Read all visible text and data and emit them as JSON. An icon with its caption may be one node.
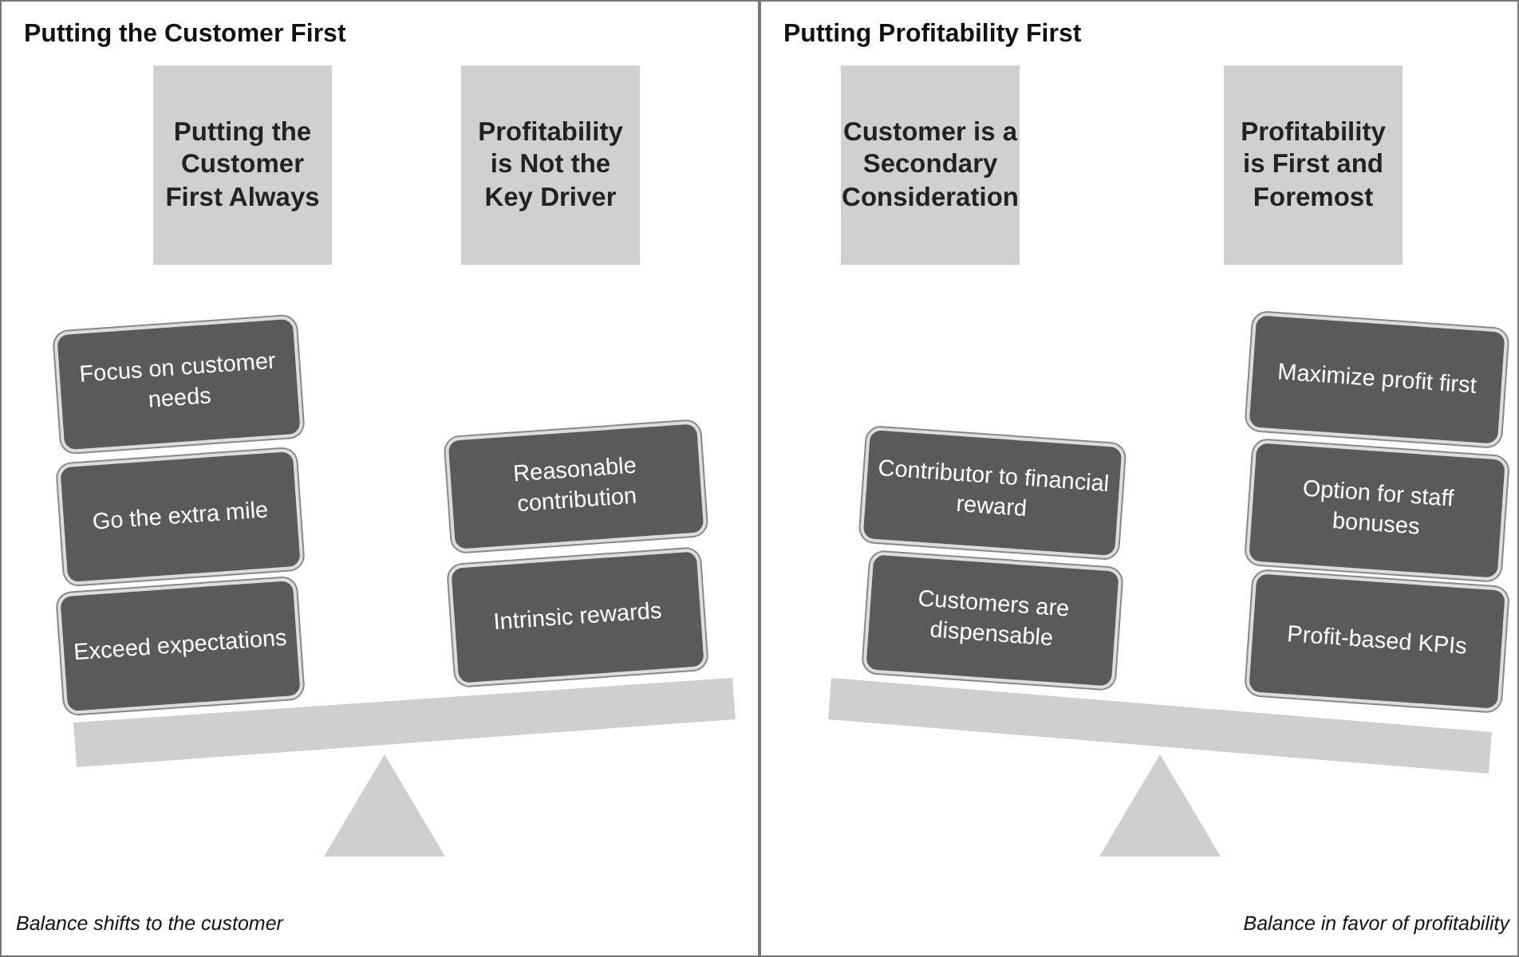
{
  "diagram": {
    "nodes": [
      {
        "text": [
          "Putting the Customer First"
        ]
      },
      {
        "text": [
          "Putting the Customer First Always"
        ],
        "in": 0
      },
      {
        "text": [
          "Profitability is Not the Key Driver"
        ],
        "in": 0
      },
      {
        "text": [
          "Focus on customer needs"
        ],
        "in": 0
      },
      {
        "text": [
          "Go the extra mile"
        ],
        "in": 0
      },
      {
        "text": [
          "Exceed expectations"
        ],
        "in": 0
      },
      {
        "text": [
          "Reasonable contribution"
        ],
        "in": 0
      },
      {
        "text": [
          "Intrinsic rewards"
        ],
        "in": 0
      },
      {
        "text": [
          "Putting Profitability First"
        ]
      },
      {
        "text": [
          "Customer is a Secondary Consideration"
        ],
        "in": 8
      },
      {
        "text": [
          "Profitability is First and Foremost"
        ],
        "in": 8
      },
      {
        "text": [
          "Contributor to financial reward"
        ],
        "in": 8
      },
      {
        "text": [
          "Customers are dispensable"
        ],
        "in": 8
      },
      {
        "text": [
          "Maximize profit first"
        ],
        "in": 8
      },
      {
        "text": [
          "Option for staff bonuses"
        ],
        "in": 8
      },
      {
        "text": [
          "Profit-based KPIs"
        ],
        "in": 8
      }
    ],
    "labels": [
      "Balance shifts to the customer",
      "Balance in favor of profitability"
    ]
  }
}
